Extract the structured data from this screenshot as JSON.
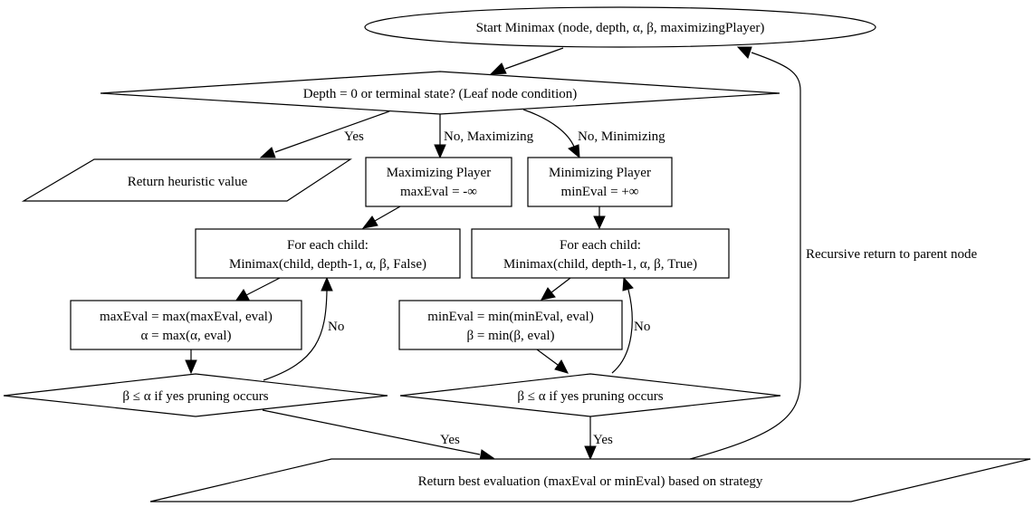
{
  "nodes": {
    "start": "Start Minimax (node, depth, α, β, maximizingPlayer)",
    "leaf_check": "Depth = 0 or terminal state? (Leaf node condition)",
    "heuristic": "Return heuristic value",
    "max_player": {
      "line1": "Maximizing Player",
      "line2": "maxEval = -∞"
    },
    "min_player": {
      "line1": "Minimizing Player",
      "line2": "minEval = +∞"
    },
    "max_children": {
      "line1": "For each child:",
      "line2": "Minimax(child, depth-1, α, β, False)"
    },
    "min_children": {
      "line1": "For each child:",
      "line2": "Minimax(child, depth-1, α, β, True)"
    },
    "max_update": {
      "line1": "maxEval = max(maxEval, eval)",
      "line2": "α = max(α, eval)"
    },
    "min_update": {
      "line1": "minEval = min(minEval, eval)",
      "line2": "β = min(β, eval)"
    },
    "max_prune": "β ≤ α if yes pruning occurs",
    "min_prune": "β ≤ α if yes pruning occurs",
    "return_best": "Return best evaluation (maxEval or minEval) based on strategy"
  },
  "edges": {
    "yes": "Yes",
    "no_maximizing": "No, Maximizing",
    "no_minimizing": "No, Minimizing",
    "max_no": "No",
    "min_no": "No",
    "max_yes": "Yes",
    "min_yes": "Yes",
    "recursive": "Recursive return to parent node"
  }
}
